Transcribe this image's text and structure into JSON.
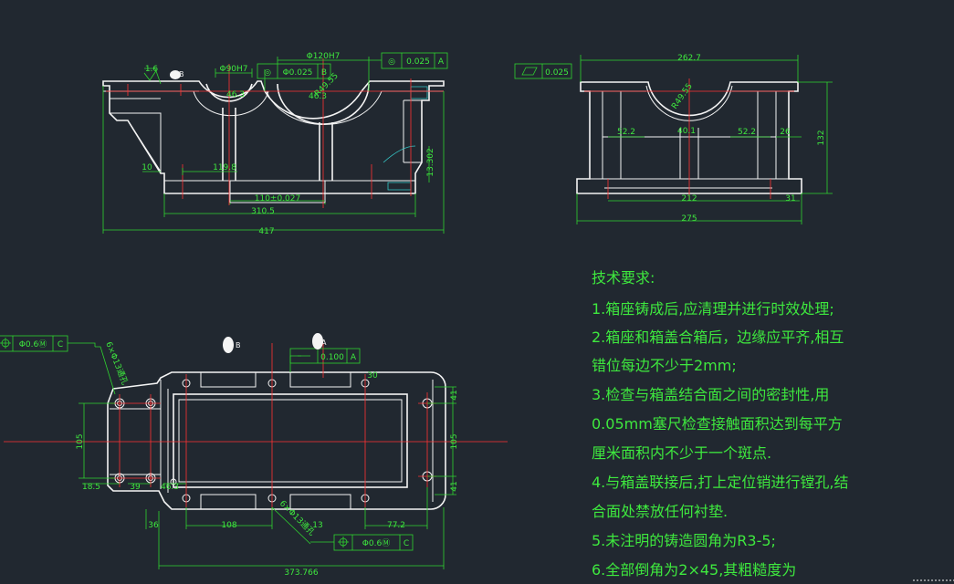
{
  "colors": {
    "background": "#212830",
    "outline": "#f4f4f4",
    "dimension": "#3ee83e",
    "centerline": "#ff3333",
    "hatch": "#35c8c8"
  },
  "front_view": {
    "dims": {
      "d417": "417",
      "d310": "310.5",
      "d119": "119.8",
      "d110": "110±0.027",
      "d13": "13.302",
      "d10": "10",
      "d46": "46.3",
      "d46b": "46.3",
      "d_r": "R49.55",
      "phi90": "Φ90H7",
      "phi120": "Φ120H7",
      "d16": "1.6"
    },
    "tolerances": {
      "coax_small": {
        "symbol": "◎",
        "value": "Φ0.025",
        "datum": "B"
      },
      "coax_large": {
        "symbol": "◎",
        "value": "0.025",
        "datum": "A"
      }
    },
    "datum_marks": {
      "b": "B"
    }
  },
  "side_view": {
    "dims": {
      "d262": "262.7",
      "d275": "275",
      "d212": "212",
      "d132": "132",
      "d52a": "52.2",
      "d52b": "52.2",
      "d26": "26",
      "d31": "31",
      "d_r": "R49.55",
      "d40": "40.1"
    },
    "flatness": {
      "symbol": "▱",
      "value": "0.025"
    }
  },
  "plan_view": {
    "dims": {
      "d373": "373.766",
      "d108": "108",
      "d77": "77.2",
      "d36": "36",
      "d105a": "105",
      "d105b": "105",
      "d41a": "41",
      "d41b": "41",
      "d18": "18.5",
      "d39": "39",
      "d30": "30",
      "d46": "46.3",
      "d13": "13",
      "d_holes_left": "6×Φ13通孔",
      "d_holes_bot": "6×Φ13通孔"
    },
    "tolerances": {
      "pos_top": {
        "symbol": "⌖",
        "value": "Φ0.6Ⓜ",
        "datum": "C"
      },
      "pos_bot": {
        "symbol": "⌖",
        "value": "Φ0.6Ⓜ",
        "datum": "C"
      },
      "flat": {
        "symbol": "",
        "value": "0.100",
        "datum": "A"
      }
    },
    "datum_marks": {
      "b": "B",
      "a": "A"
    }
  },
  "tech_notes": {
    "title": "技术要求:",
    "lines": [
      "1.箱座铸成后,应清理并进行时效处理;",
      "2.箱座和箱盖合箱后，边缘应平齐,相互",
      "错位每边不少于2mm;",
      "3.检查与箱盖结合面之间的密封性,用",
      "0.05mm塞尺检查接触面积达到每平方",
      "厘米面积内不少于一个斑点.",
      "4.与箱盖联接后,打上定位销进行镗孔,结",
      "合面处禁放任何衬垫.",
      "5.未注明的铸造圆角为R3-5;",
      "6.全部倒角为2×45,其粗糙度为"
    ]
  }
}
